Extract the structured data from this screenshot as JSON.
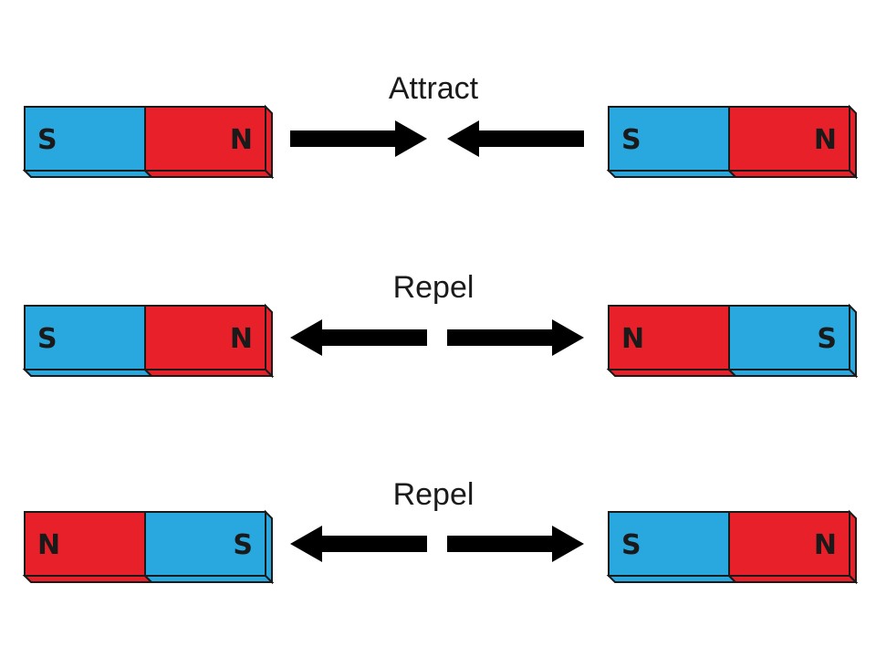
{
  "colors": {
    "north": "#e8202a",
    "south": "#29a8e0",
    "outline": "#1a1a1a",
    "arrow": "#000000"
  },
  "rows": [
    {
      "label": "Attract",
      "arrows": "toward",
      "left_magnet": {
        "poles": [
          "S",
          "N"
        ]
      },
      "right_magnet": {
        "poles": [
          "S",
          "N"
        ]
      }
    },
    {
      "label": "Repel",
      "arrows": "away",
      "left_magnet": {
        "poles": [
          "S",
          "N"
        ]
      },
      "right_magnet": {
        "poles": [
          "N",
          "S"
        ]
      }
    },
    {
      "label": "Repel",
      "arrows": "away",
      "left_magnet": {
        "poles": [
          "N",
          "S"
        ]
      },
      "right_magnet": {
        "poles": [
          "S",
          "N"
        ]
      }
    }
  ]
}
